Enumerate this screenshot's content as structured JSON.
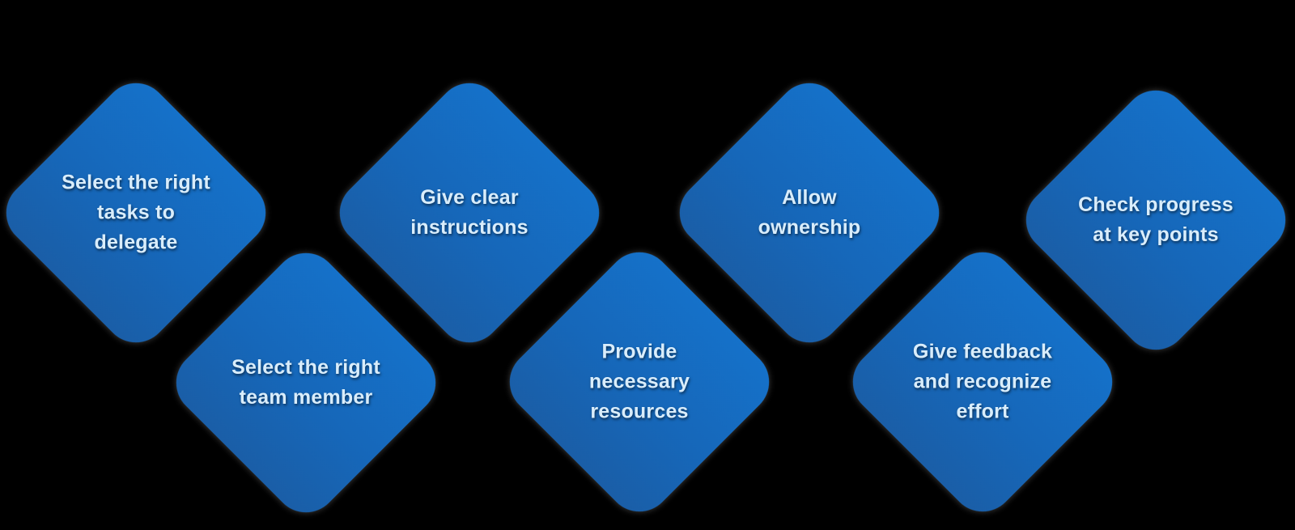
{
  "title": "Delegation steps zigzag diamond diagram",
  "colors": {
    "background": "#000000",
    "diamond_gradient_top": "#1571c9",
    "diamond_gradient_bottom": "#1a5ea7",
    "label_text": "#d9edfb",
    "edge_glow": "#7d7d7d"
  },
  "diamonds": [
    {
      "name": "select-right-tasks",
      "lines": [
        "Select the right",
        "tasks to",
        "delegate"
      ]
    },
    {
      "name": "select-right-team-member",
      "lines": [
        "Select the right",
        "team member"
      ]
    },
    {
      "name": "give-clear-instructions",
      "lines": [
        "Give clear",
        "instructions"
      ]
    },
    {
      "name": "provide-necessary-resources",
      "lines": [
        "Provide",
        "necessary",
        "resources"
      ]
    },
    {
      "name": "allow-ownership",
      "lines": [
        "Allow",
        "ownership"
      ]
    },
    {
      "name": "give-feedback-recognize-effort",
      "lines": [
        "Give feedback",
        "and recognize",
        "effort"
      ]
    },
    {
      "name": "check-progress-key-points",
      "lines": [
        "Check progress",
        "at key points"
      ]
    }
  ]
}
